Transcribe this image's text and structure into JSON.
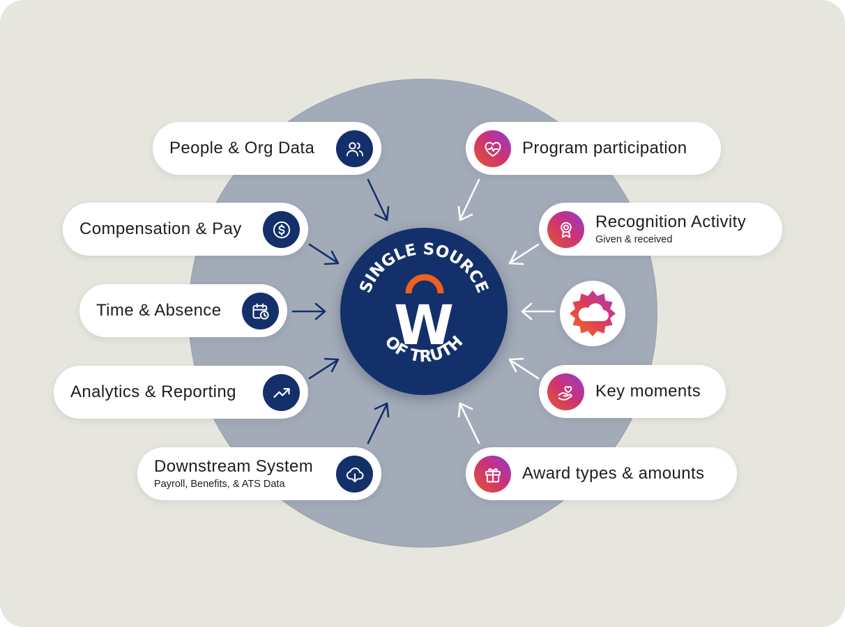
{
  "hub": {
    "top_text": "SINGLE SOURCE",
    "bottom_text": "OF TRUTH",
    "logo_letter": "W",
    "colors": {
      "hub": "#13306b",
      "arc": "#f0601f"
    }
  },
  "inputs_left": [
    {
      "title": "People & Org Data",
      "icon": "people-icon"
    },
    {
      "title": "Compensation & Pay",
      "icon": "dollar-icon"
    },
    {
      "title": "Time & Absence",
      "icon": "calendar-clock-icon"
    },
    {
      "title": "Analytics & Reporting",
      "icon": "trend-up-icon"
    },
    {
      "title": "Downstream System",
      "subtitle": "Payroll, Benefits, & ATS Data",
      "icon": "cloud-download-icon"
    }
  ],
  "inputs_right": [
    {
      "title": "Program participation",
      "icon": "heart-pulse-icon"
    },
    {
      "title": "Recognition Activity",
      "subtitle": "Given & received",
      "icon": "award-ribbon-icon"
    },
    {
      "title": "Key moments",
      "icon": "hand-heart-icon"
    },
    {
      "title": "Award types & amounts",
      "icon": "gift-icon"
    }
  ],
  "center_right_badge": {
    "icon": "starburst-cloud-icon"
  },
  "colors": {
    "background": "#e6e6de",
    "circle": "#a3abb8",
    "left_icon": "#13306b",
    "right_gradient": [
      "#e2582f",
      "#cd3274",
      "#8f3bd1"
    ],
    "arrow_left": "#13306b",
    "arrow_right": "#ffffff"
  }
}
